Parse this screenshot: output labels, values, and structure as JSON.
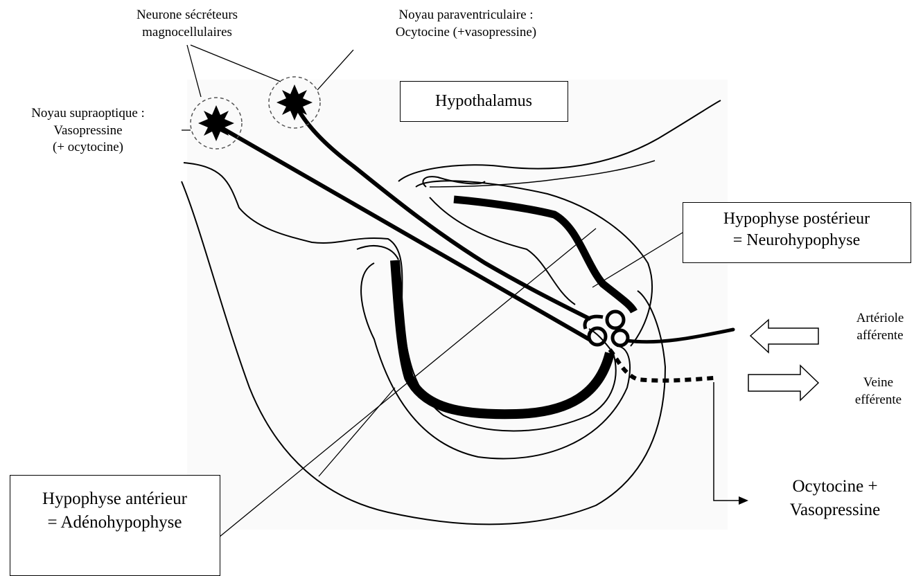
{
  "labels": {
    "neurone_line1": "Neurone sécréteurs",
    "neurone_line2": "magnocellulaires",
    "paraventriculaire_line1": "Noyau paraventriculaire :",
    "paraventriculaire_line2": "Ocytocine (+vasopressine)",
    "supraoptique_line1": "Noyau supraoptique :",
    "supraoptique_line2": "Vasopressine",
    "supraoptique_line3": "(+ ocytocine)",
    "hypothalamus": "Hypothalamus",
    "posterieur_line1": "Hypophyse postérieur",
    "posterieur_line2": "= Neurohypophyse",
    "arteriole_line1": "Artériole",
    "arteriole_line2": "afférente",
    "veine_line1": "Veine",
    "veine_line2": "efférente",
    "output_line1": "Ocytocine +",
    "output_line2": "Vasopressine",
    "anterieur_line1": "Hypophyse antérieur",
    "anterieur_line2": "= Adénohypophyse"
  }
}
